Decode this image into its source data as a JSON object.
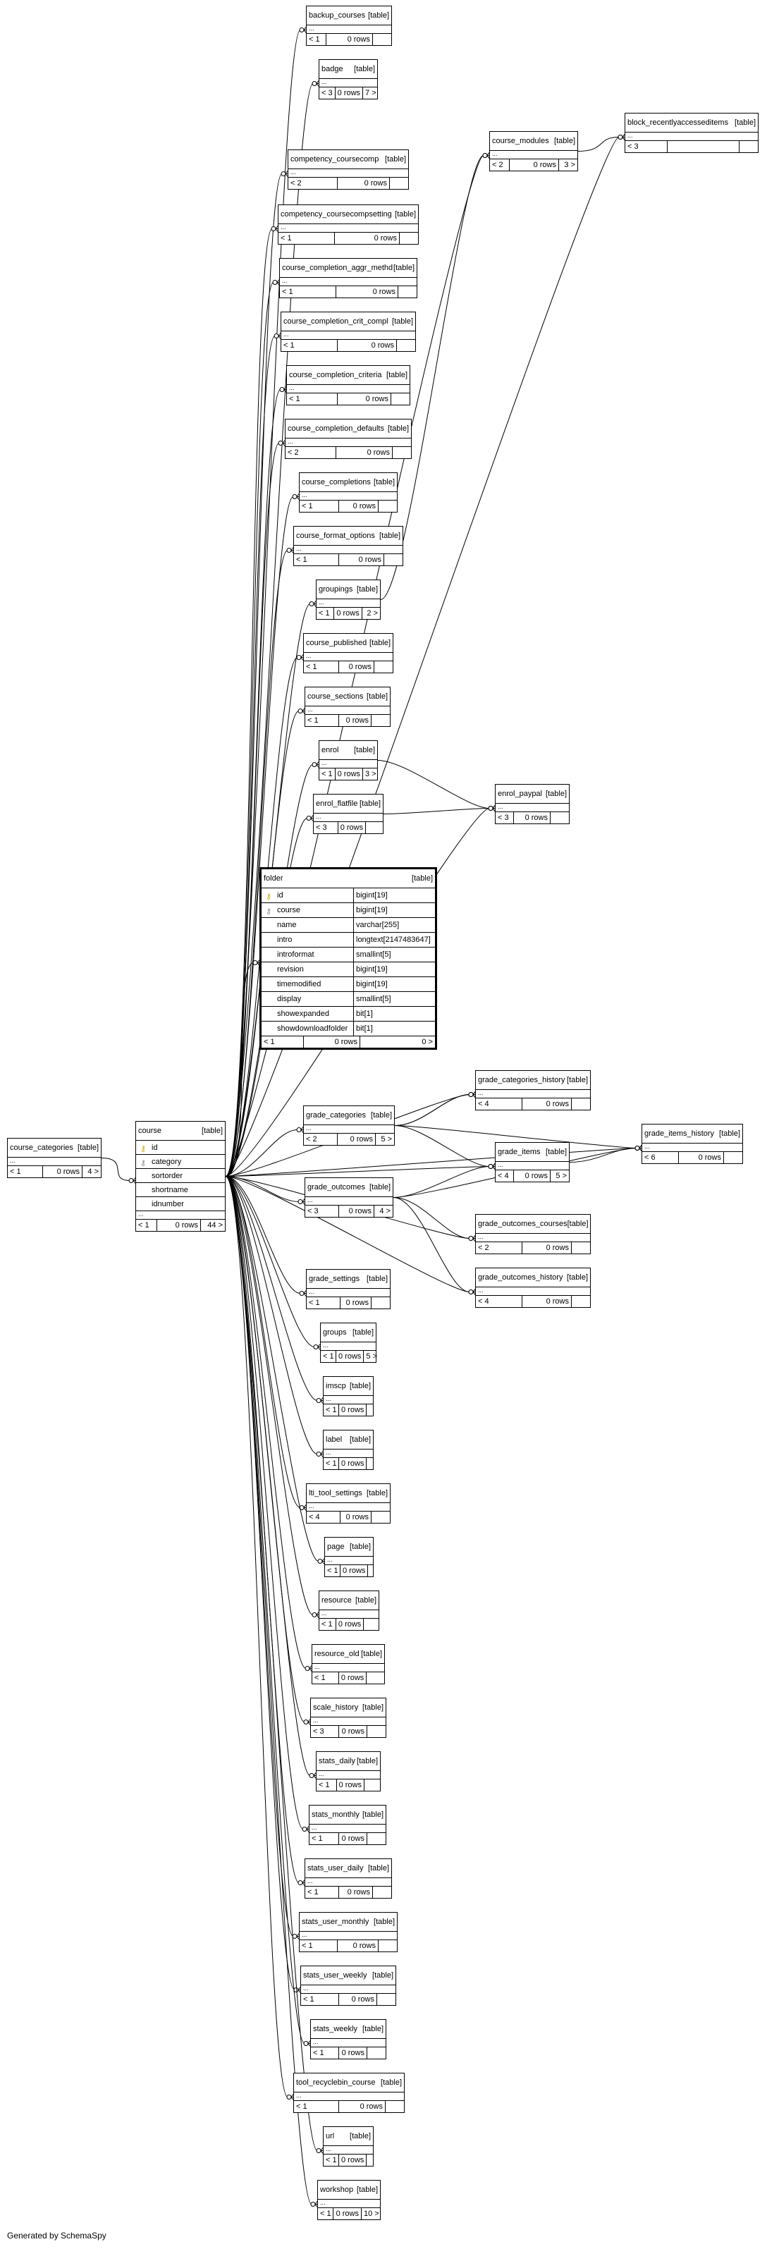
{
  "diagram": {
    "footer": "Generated by SchemaSpy",
    "tables": [
      {
        "id": "t_backup_courses",
        "name": "backup_courses",
        "kind": "[table]",
        "lt": "< 1",
        "rows": "0 rows",
        "gt": ""
      },
      {
        "id": "t_badge",
        "name": "badge",
        "kind": "[table]",
        "lt": "< 3",
        "rows": "0 rows",
        "gt": "7 >"
      },
      {
        "id": "t_block_recentlyaccesseditems",
        "name": "block_recentlyaccesseditems",
        "kind": "[table]",
        "lt": "< 3",
        "rows": "",
        "gt": ""
      },
      {
        "id": "t_course_modules",
        "name": "course_modules",
        "kind": "[table]",
        "lt": "< 2",
        "rows": "0 rows",
        "gt": "3 >"
      },
      {
        "id": "t_competency_coursecomp",
        "name": "competency_coursecomp",
        "kind": "[table]",
        "lt": "< 2",
        "rows": "0 rows",
        "gt": ""
      },
      {
        "id": "t_competency_coursecompsetting",
        "name": "competency_coursecompsetting",
        "kind": "[table]",
        "lt": "< 1",
        "rows": "0 rows",
        "gt": ""
      },
      {
        "id": "t_course_completion_aggr_methd",
        "name": "course_completion_aggr_methd",
        "kind": "[table]",
        "lt": "< 1",
        "rows": "0 rows",
        "gt": ""
      },
      {
        "id": "t_course_completion_crit_compl",
        "name": "course_completion_crit_compl",
        "kind": "[table]",
        "lt": "< 1",
        "rows": "0 rows",
        "gt": ""
      },
      {
        "id": "t_course_completion_criteria",
        "name": "course_completion_criteria",
        "kind": "[table]",
        "lt": "< 1",
        "rows": "0 rows",
        "gt": ""
      },
      {
        "id": "t_course_completion_defaults",
        "name": "course_completion_defaults",
        "kind": "[table]",
        "lt": "< 2",
        "rows": "0 rows",
        "gt": ""
      },
      {
        "id": "t_course_completions",
        "name": "course_completions",
        "kind": "[table]",
        "lt": "< 1",
        "rows": "0 rows",
        "gt": ""
      },
      {
        "id": "t_course_format_options",
        "name": "course_format_options",
        "kind": "[table]",
        "lt": "< 1",
        "rows": "0 rows",
        "gt": ""
      },
      {
        "id": "t_groupings",
        "name": "groupings",
        "kind": "[table]",
        "lt": "< 1",
        "rows": "0 rows",
        "gt": "2 >"
      },
      {
        "id": "t_course_published",
        "name": "course_published",
        "kind": "[table]",
        "lt": "< 1",
        "rows": "0 rows",
        "gt": ""
      },
      {
        "id": "t_course_sections",
        "name": "course_sections",
        "kind": "[table]",
        "lt": "< 1",
        "rows": "0 rows",
        "gt": ""
      },
      {
        "id": "t_enrol",
        "name": "enrol",
        "kind": "[table]",
        "lt": "< 1",
        "rows": "0 rows",
        "gt": "3 >"
      },
      {
        "id": "t_enrol_paypal",
        "name": "enrol_paypal",
        "kind": "[table]",
        "lt": "< 3",
        "rows": "0 rows",
        "gt": ""
      },
      {
        "id": "t_enrol_flatfile",
        "name": "enrol_flatfile",
        "kind": "[table]",
        "lt": "< 3",
        "rows": "0 rows",
        "gt": ""
      },
      {
        "id": "t_grade_categories_history",
        "name": "grade_categories_history",
        "kind": "[table]",
        "lt": "< 4",
        "rows": "0 rows",
        "gt": ""
      },
      {
        "id": "t_grade_categories",
        "name": "grade_categories",
        "kind": "[table]",
        "lt": "< 2",
        "rows": "0 rows",
        "gt": "5 >"
      },
      {
        "id": "t_grade_items",
        "name": "grade_items",
        "kind": "[table]",
        "lt": "< 4",
        "rows": "0 rows",
        "gt": "5 >"
      },
      {
        "id": "t_grade_items_history",
        "name": "grade_items_history",
        "kind": "[table]",
        "lt": "< 6",
        "rows": "0 rows",
        "gt": ""
      },
      {
        "id": "t_grade_outcomes",
        "name": "grade_outcomes",
        "kind": "[table]",
        "lt": "< 3",
        "rows": "0 rows",
        "gt": "4 >"
      },
      {
        "id": "t_grade_outcomes_courses",
        "name": "grade_outcomes_courses",
        "kind": "[table]",
        "lt": "< 2",
        "rows": "0 rows",
        "gt": ""
      },
      {
        "id": "t_grade_outcomes_history",
        "name": "grade_outcomes_history",
        "kind": "[table]",
        "lt": "< 4",
        "rows": "0 rows",
        "gt": ""
      },
      {
        "id": "t_grade_settings",
        "name": "grade_settings",
        "kind": "[table]",
        "lt": "< 1",
        "rows": "0 rows",
        "gt": ""
      },
      {
        "id": "t_groups",
        "name": "groups",
        "kind": "[table]",
        "lt": "< 1",
        "rows": "0 rows",
        "gt": "5 >"
      },
      {
        "id": "t_imscp",
        "name": "imscp",
        "kind": "[table]",
        "lt": "< 1",
        "rows": "0 rows",
        "gt": ""
      },
      {
        "id": "t_label",
        "name": "label",
        "kind": "[table]",
        "lt": "< 1",
        "rows": "0 rows",
        "gt": ""
      },
      {
        "id": "t_lti_tool_settings",
        "name": "lti_tool_settings",
        "kind": "[table]",
        "lt": "< 4",
        "rows": "0 rows",
        "gt": ""
      },
      {
        "id": "t_page",
        "name": "page",
        "kind": "[table]",
        "lt": "< 1",
        "rows": "0 rows",
        "gt": ""
      },
      {
        "id": "t_resource",
        "name": "resource",
        "kind": "[table]",
        "lt": "< 1",
        "rows": "0 rows",
        "gt": ""
      },
      {
        "id": "t_resource_old",
        "name": "resource_old",
        "kind": "[table]",
        "lt": "< 1",
        "rows": "0 rows",
        "gt": ""
      },
      {
        "id": "t_scale_history",
        "name": "scale_history",
        "kind": "[table]",
        "lt": "< 3",
        "rows": "0 rows",
        "gt": ""
      },
      {
        "id": "t_stats_daily",
        "name": "stats_daily",
        "kind": "[table]",
        "lt": "< 1",
        "rows": "0 rows",
        "gt": ""
      },
      {
        "id": "t_stats_monthly",
        "name": "stats_monthly",
        "kind": "[table]",
        "lt": "< 1",
        "rows": "0 rows",
        "gt": ""
      },
      {
        "id": "t_stats_user_daily",
        "name": "stats_user_daily",
        "kind": "[table]",
        "lt": "< 1",
        "rows": "0 rows",
        "gt": ""
      },
      {
        "id": "t_stats_user_monthly",
        "name": "stats_user_monthly",
        "kind": "[table]",
        "lt": "< 1",
        "rows": "0 rows",
        "gt": ""
      },
      {
        "id": "t_stats_user_weekly",
        "name": "stats_user_weekly",
        "kind": "[table]",
        "lt": "< 1",
        "rows": "0 rows",
        "gt": ""
      },
      {
        "id": "t_stats_weekly",
        "name": "stats_weekly",
        "kind": "[table]",
        "lt": "< 1",
        "rows": "0 rows",
        "gt": ""
      },
      {
        "id": "t_tool_recyclebin_course",
        "name": "tool_recyclebin_course",
        "kind": "[table]",
        "lt": "< 1",
        "rows": "0 rows",
        "gt": ""
      },
      {
        "id": "t_url",
        "name": "url",
        "kind": "[table]",
        "lt": "< 1",
        "rows": "0 rows",
        "gt": ""
      },
      {
        "id": "t_workshop",
        "name": "workshop",
        "kind": "[table]",
        "lt": "< 1",
        "rows": "0 rows",
        "gt": "10 >"
      },
      {
        "id": "t_course_categories",
        "name": "course_categories",
        "kind": "[table]",
        "lt": "< 1",
        "rows": "0 rows",
        "gt": "4 >"
      }
    ],
    "course": {
      "name": "course",
      "kind": "[table]",
      "columns": [
        "id",
        "category",
        "sortorder",
        "shortname",
        "idnumber"
      ],
      "lt": "< 1",
      "rows": "0 rows",
      "gt": "44 >"
    },
    "folder": {
      "name": "folder",
      "kind": "[table]",
      "columns": [
        {
          "name": "id",
          "type": "bigint[19]"
        },
        {
          "name": "course",
          "type": "bigint[19]"
        },
        {
          "name": "name",
          "type": "varchar[255]"
        },
        {
          "name": "intro",
          "type": "longtext[2147483647]"
        },
        {
          "name": "introformat",
          "type": "smallint[5]"
        },
        {
          "name": "revision",
          "type": "bigint[19]"
        },
        {
          "name": "timemodified",
          "type": "bigint[19]"
        },
        {
          "name": "display",
          "type": "smallint[5]"
        },
        {
          "name": "showexpanded",
          "type": "bit[1]"
        },
        {
          "name": "showdownloadfolder",
          "type": "bit[1]"
        }
      ],
      "lt": "< 1",
      "rows": "0 rows",
      "gt": "0 >"
    }
  }
}
